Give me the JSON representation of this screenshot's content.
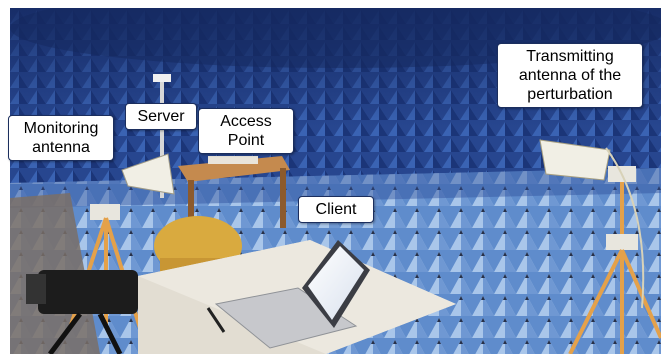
{
  "labels": {
    "monitoring_antenna": [
      "Monitoring",
      "antenna"
    ],
    "server": [
      "Server"
    ],
    "access_point": [
      "Access",
      "Point"
    ],
    "client": [
      "Client"
    ],
    "transmitting_antenna": [
      "Transmitting",
      "antenna of the",
      "perturbation"
    ]
  },
  "colors": {
    "absorber_dark": "#1f3a8a",
    "absorber_light": "#3d63b8",
    "floor_cone": "#7fa7d9",
    "table": "#d9d2c4",
    "wood": "#b5773e"
  }
}
